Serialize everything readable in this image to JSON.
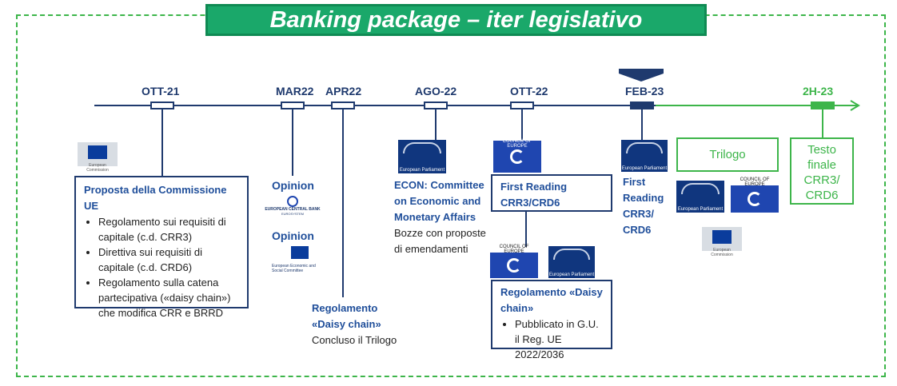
{
  "title": "Banking package – iter legislativo",
  "timeline": {
    "dates": [
      {
        "label": "OTT-21"
      },
      {
        "label": "MAR22"
      },
      {
        "label": "APR22"
      },
      {
        "label": "AGO-22"
      },
      {
        "label": "OTT-22"
      },
      {
        "label": "FEB-23"
      },
      {
        "label": "2H-23"
      }
    ]
  },
  "proposal": {
    "title": "Proposta della Commissione UE",
    "bullets": [
      "Regolamento sui requisiti di capitale (c.d. CRR3)",
      "Direttiva sui requisiti di capitale (c.d. CRD6)",
      "Regolamento sulla catena partecipativa («daisy chain») che modifica CRR e BRRD"
    ],
    "logo_caption": "European Commission"
  },
  "opinions": {
    "ecb_title": "Opinion",
    "ecb_logo_text": "EUROPEAN CENTRAL BANK",
    "ecb_logo_sub": "EUROSYSTEM",
    "eesc_title": "Opinion",
    "eesc_logo_text": "European Economic and Social Committee"
  },
  "daisy_apr": {
    "title": "Regolamento «Daisy chain»",
    "text": "Concluso il Trilogo"
  },
  "econ": {
    "title": "ECON: Committee on Economic and Monetary Affairs",
    "text": "Bozze con proposte di emendamenti",
    "logo_caption": "European Parliament"
  },
  "first_reading_council": {
    "title": "First Reading CRR3/CRD6",
    "logo_label": "COUNCIL OF EUROPE"
  },
  "daisy_oct": {
    "title": "Regolamento «Daisy chain»",
    "bullet": "Pubblicato in G.U. il Reg. UE 2022/2036",
    "coe_label": "COUNCIL OF EUROPE",
    "ep_caption": "European Parliament"
  },
  "first_reading_ep": {
    "title": "First Reading CRR3/ CRD6",
    "logo_caption": "European Parliament"
  },
  "trilogo": {
    "label": "Trilogo",
    "ep_caption": "European Parliament",
    "coe_label": "COUNCIL OF EUROPE",
    "ec_caption": "European Commission"
  },
  "final_text": {
    "label": "Testo finale CRR3/ CRD6"
  },
  "colors": {
    "navy": "#1f3a6e",
    "title_green": "#1aa86a",
    "dash_green": "#3db54a"
  }
}
